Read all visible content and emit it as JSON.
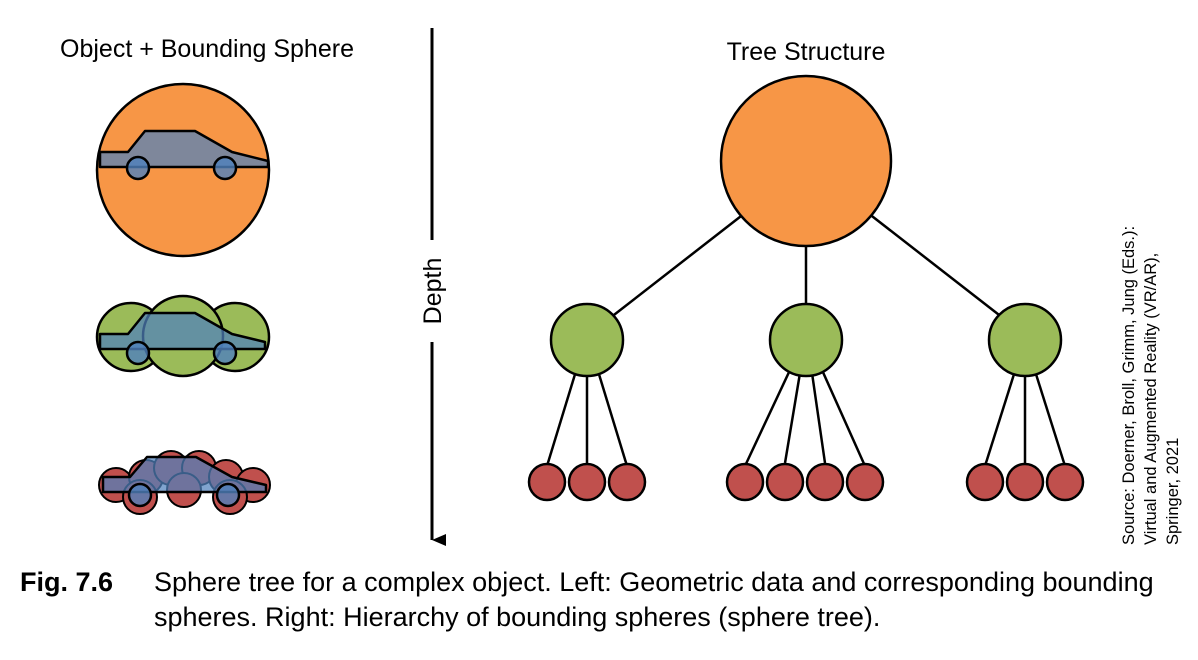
{
  "left_panel": {
    "title": "Object + Bounding Sphere"
  },
  "axis": {
    "label": "Depth"
  },
  "tree_panel": {
    "title": "Tree Structure"
  },
  "source": {
    "lines": [
      "Source: Doerner, Broll, Grimm, Jung (Eds.):",
      "Virtual and Augmented Reality (VR/AR),",
      "Springer, 2021"
    ]
  },
  "caption": {
    "number": "Fig. 7.6",
    "text": "Sphere tree for a complex object. Left: Geometric data and corresponding bounding spheres. Right: Hierarchy of bounding spheres (sphere tree)."
  },
  "colors": {
    "level0": "#F79646",
    "level1": "#9BBB59",
    "level2": "#C0504D",
    "car": "#4F81BD",
    "line": "#000000"
  },
  "tree": {
    "root_children": 3,
    "leaves_per_child": [
      3,
      4,
      3
    ]
  }
}
